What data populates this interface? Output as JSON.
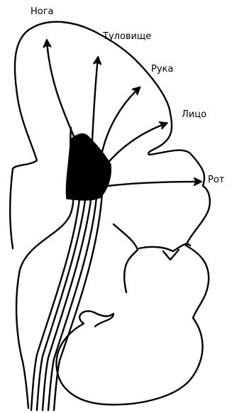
{
  "labels": {
    "leg": "Нога",
    "trunk": "Туловище",
    "arm": "Рука",
    "face": "Лицо",
    "mouth": "Рот"
  },
  "colors": {
    "ink": "#000000",
    "background": "#ffffff"
  }
}
